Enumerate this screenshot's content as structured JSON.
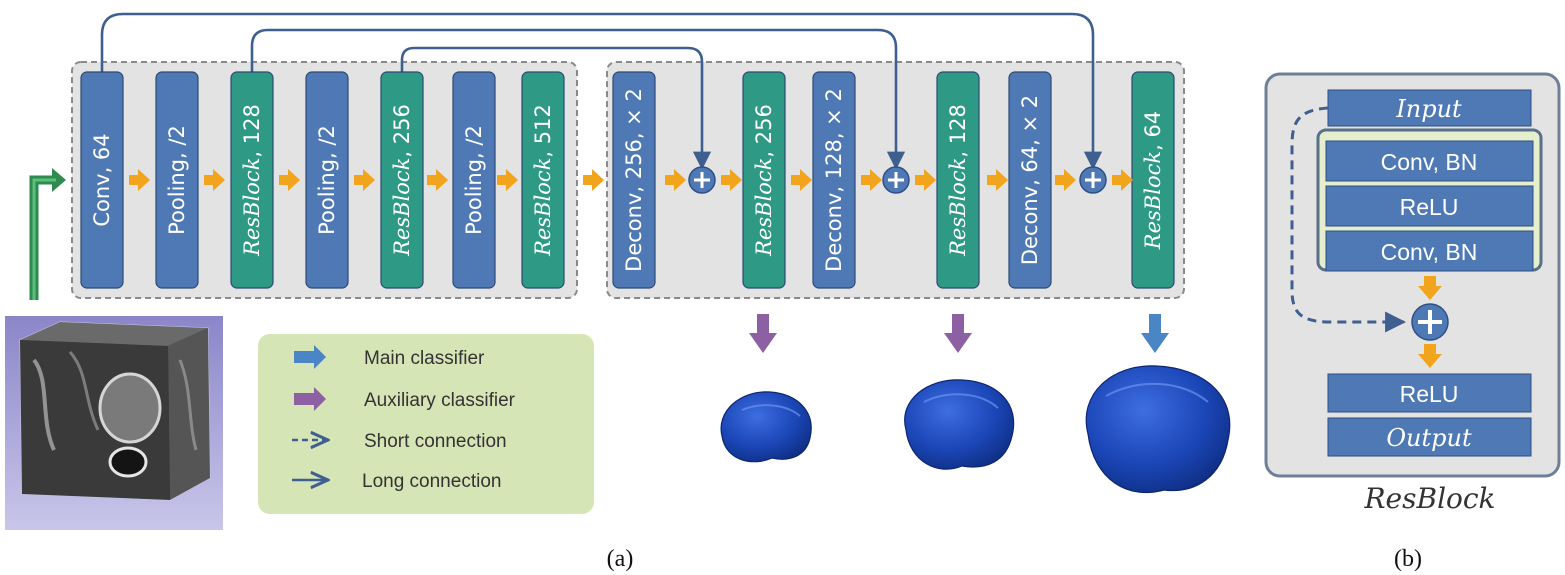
{
  "encoder_blocks": [
    {
      "text": "Conv, 64",
      "kind": "conv"
    },
    {
      "text": "Pooling, /2",
      "kind": "conv"
    },
    {
      "text": "ResBlock, 128",
      "kind": "res",
      "italic": "ResBlock",
      "rest": ", 128"
    },
    {
      "text": "Pooling, /2",
      "kind": "conv"
    },
    {
      "text": "ResBlock, 256",
      "kind": "res",
      "italic": "ResBlock",
      "rest": ", 256"
    },
    {
      "text": "Pooling, /2",
      "kind": "conv"
    },
    {
      "text": "ResBlock, 512",
      "kind": "res",
      "italic": "ResBlock",
      "rest": ", 512"
    }
  ],
  "decoder_blocks": [
    {
      "text": "Deconv, 256, × 2",
      "kind": "conv"
    },
    {
      "text": "ResBlock, 256",
      "kind": "res",
      "italic": "ResBlock",
      "rest": ", 256"
    },
    {
      "text": "Deconv, 128, × 2",
      "kind": "conv"
    },
    {
      "text": "ResBlock, 128",
      "kind": "res",
      "italic": "ResBlock",
      "rest": ", 128"
    },
    {
      "text": "Deconv, 64, × 2",
      "kind": "conv"
    },
    {
      "text": "ResBlock, 64",
      "kind": "res",
      "italic": "ResBlock",
      "rest": ", 64"
    }
  ],
  "legend": {
    "main": "Main classifier",
    "aux": "Auxiliary classifier",
    "short": "Short connection",
    "long": "Long connection"
  },
  "resblock": {
    "input": "Input",
    "conv_bn_1": "Conv, BN",
    "relu_1": "ReLU",
    "conv_bn_2": "Conv, BN",
    "relu_2": "ReLU",
    "output": "Output",
    "title": "ResBlock"
  },
  "captions": {
    "a": "(a)",
    "b": "(b)"
  },
  "colors": {
    "conv": "#4f79b5",
    "res": "#2e9a86",
    "arrow": "#f2a41c",
    "link": "#3e5f8f",
    "aux": "#8d5fa3",
    "main": "#4a85c6",
    "panel": "#e3e3e3",
    "legend_bg": "#d6e5b6",
    "res_inner": "#e6efcd"
  }
}
